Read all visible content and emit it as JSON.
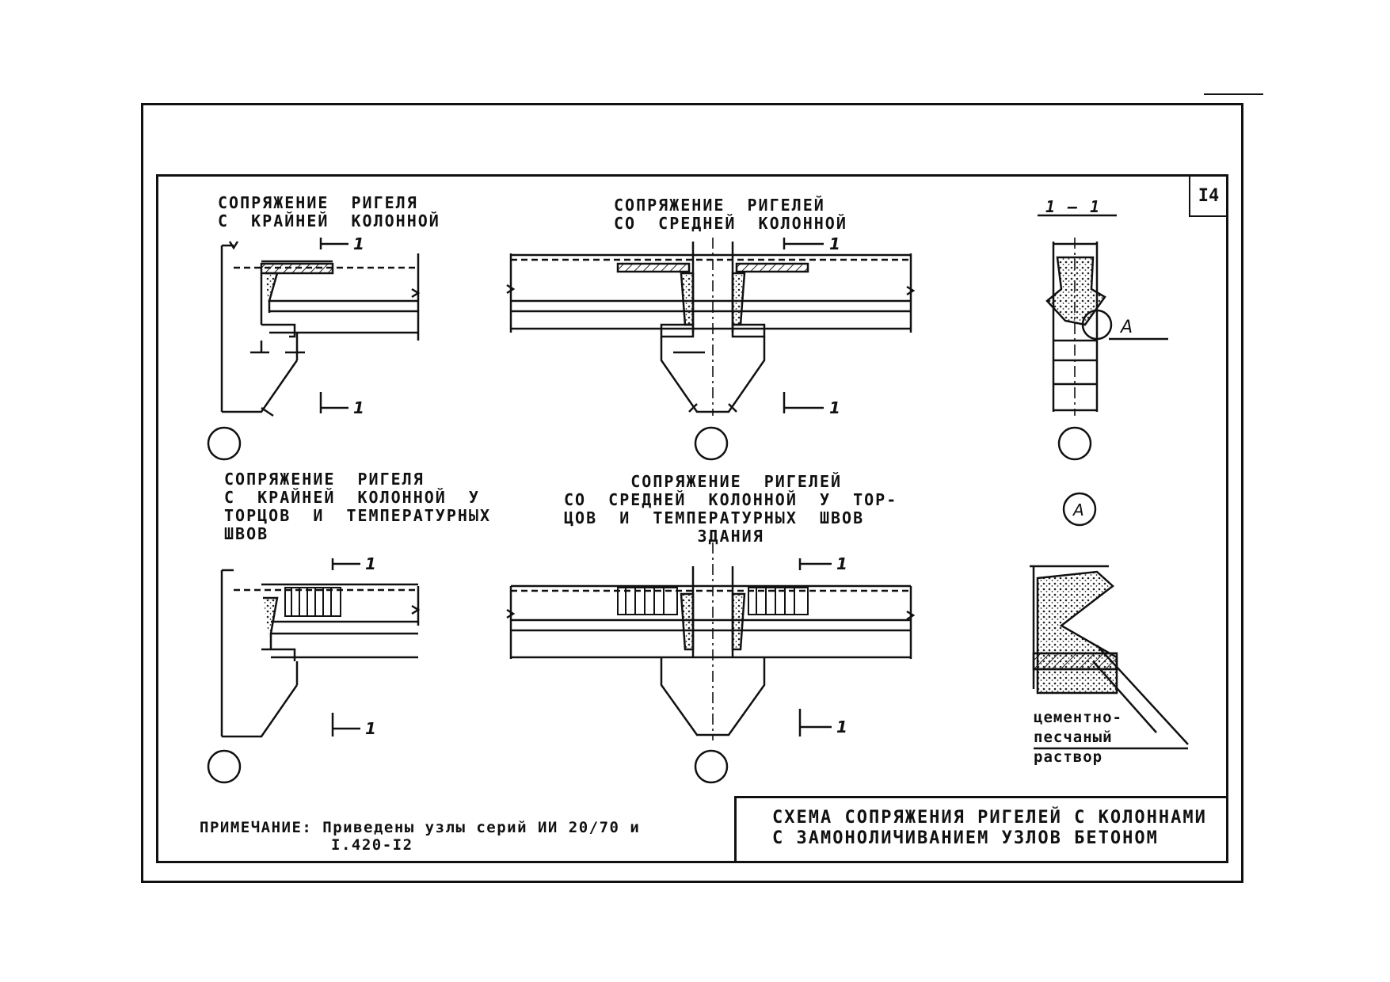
{
  "sheet_number": "I4",
  "titles": {
    "top_left": "СОПРЯЖЕНИЕ  РИГЕЛЯ\nС  КРАЙНЕЙ  КОЛОННОЙ",
    "top_middle": "СОПРЯЖЕНИЕ  РИГЕЛЕЙ\nСО  СРЕДНЕЙ  КОЛОННОЙ",
    "bottom_left": "СОПРЯЖЕНИЕ  РИГЕЛЯ\nС  КРАЙНЕЙ  КОЛОННОЙ  У\nТОРЦОВ  И  ТЕМПЕРАТУРНЫХ\nШВОВ",
    "bottom_middle": "      СОПРЯЖЕНИЕ  РИГЕЛЕЙ\nСО  СРЕДНЕЙ  КОЛОННОЙ  У  ТОР-\nЦОВ  И  ТЕМПЕРАТУРНЫХ  ШВОВ\n            ЗДАНИЯ"
  },
  "section_label": "1 – 1",
  "section_mark": "1",
  "detail_label": "А",
  "mortar_label": "цементно-\nпесчаный\nраствор",
  "note": {
    "line1": "ПРИМЕЧАНИЕ: Приведены узлы серий ИИ 20/70 и",
    "line2": "I.420-I2"
  },
  "title_block": {
    "line1": "СХЕМА  СОПРЯЖЕНИЯ  РИГЕЛЕЙ  С  КОЛОННАМИ",
    "line2": "С  ЗАМОНОЛИЧИВАНИЕМ  УЗЛОВ  БЕТОНОМ"
  }
}
